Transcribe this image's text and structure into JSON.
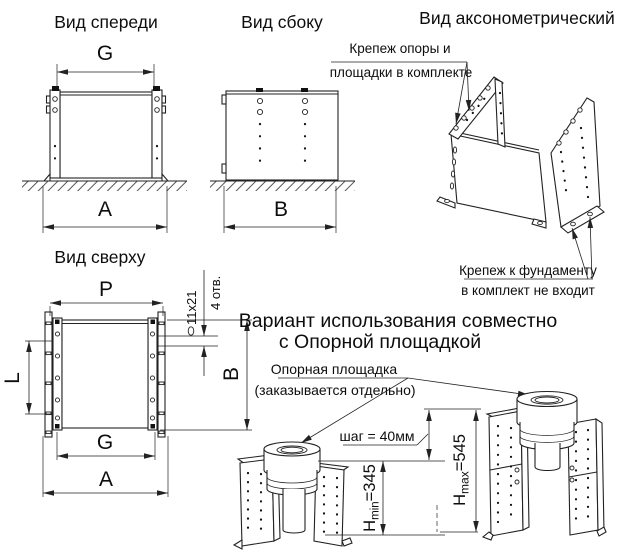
{
  "views": {
    "front": {
      "title": "Вид спереди",
      "dim_width_top": "G",
      "dim_width_bottom": "A"
    },
    "side": {
      "title": "Вид сбоку",
      "dim_width_bottom": "B"
    },
    "axonometric": {
      "title": "Вид аксонометрический"
    },
    "top": {
      "title": "Вид сверху",
      "dim_p": "P",
      "dim_l": "L",
      "dim_b": "B",
      "dim_g": "G",
      "dim_a": "A",
      "slot_size": "11х21",
      "slot_count": "4 отв."
    }
  },
  "callouts": {
    "hardware_included_line1": "Крепеж опоры и",
    "hardware_included_line2": "площадки в комплекте",
    "hardware_excluded_line1": "Крепеж к фундаменту",
    "hardware_excluded_line2": "в комплект не входит",
    "platform_line1": "Опорная площадка",
    "platform_line2": "(заказывается отдельно)",
    "step_label": "шаг = 40мм"
  },
  "usage_variant": {
    "heading_line1": "Вариант использования совместно",
    "heading_line2": "с Опорной площадкой",
    "h_min": {
      "symbol": "H",
      "subscript": "min",
      "value": "=345"
    },
    "h_max": {
      "symbol": "H",
      "subscript": "max",
      "value": "=545"
    }
  },
  "colors": {
    "line": "#222222",
    "background": "#ffffff"
  }
}
